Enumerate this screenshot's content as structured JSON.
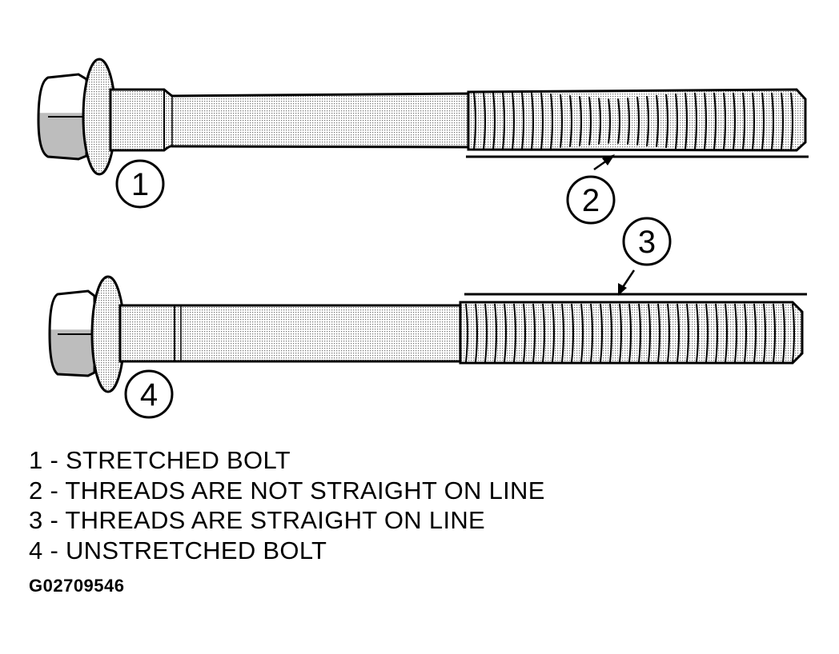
{
  "callouts": [
    {
      "number": "1"
    },
    {
      "number": "2"
    },
    {
      "number": "3"
    },
    {
      "number": "4"
    }
  ],
  "legend": [
    {
      "text": "1 - STRETCHED BOLT"
    },
    {
      "text": "2 - THREADS ARE NOT STRAIGHT ON LINE"
    },
    {
      "text": "3 - THREADS ARE STRAIGHT ON LINE"
    },
    {
      "text": "4 - UNSTRETCHED BOLT"
    }
  ],
  "figure_code": "G02709546",
  "colors": {
    "line": "#000000",
    "shading": "#d4d4d4",
    "background": "#ffffff"
  }
}
